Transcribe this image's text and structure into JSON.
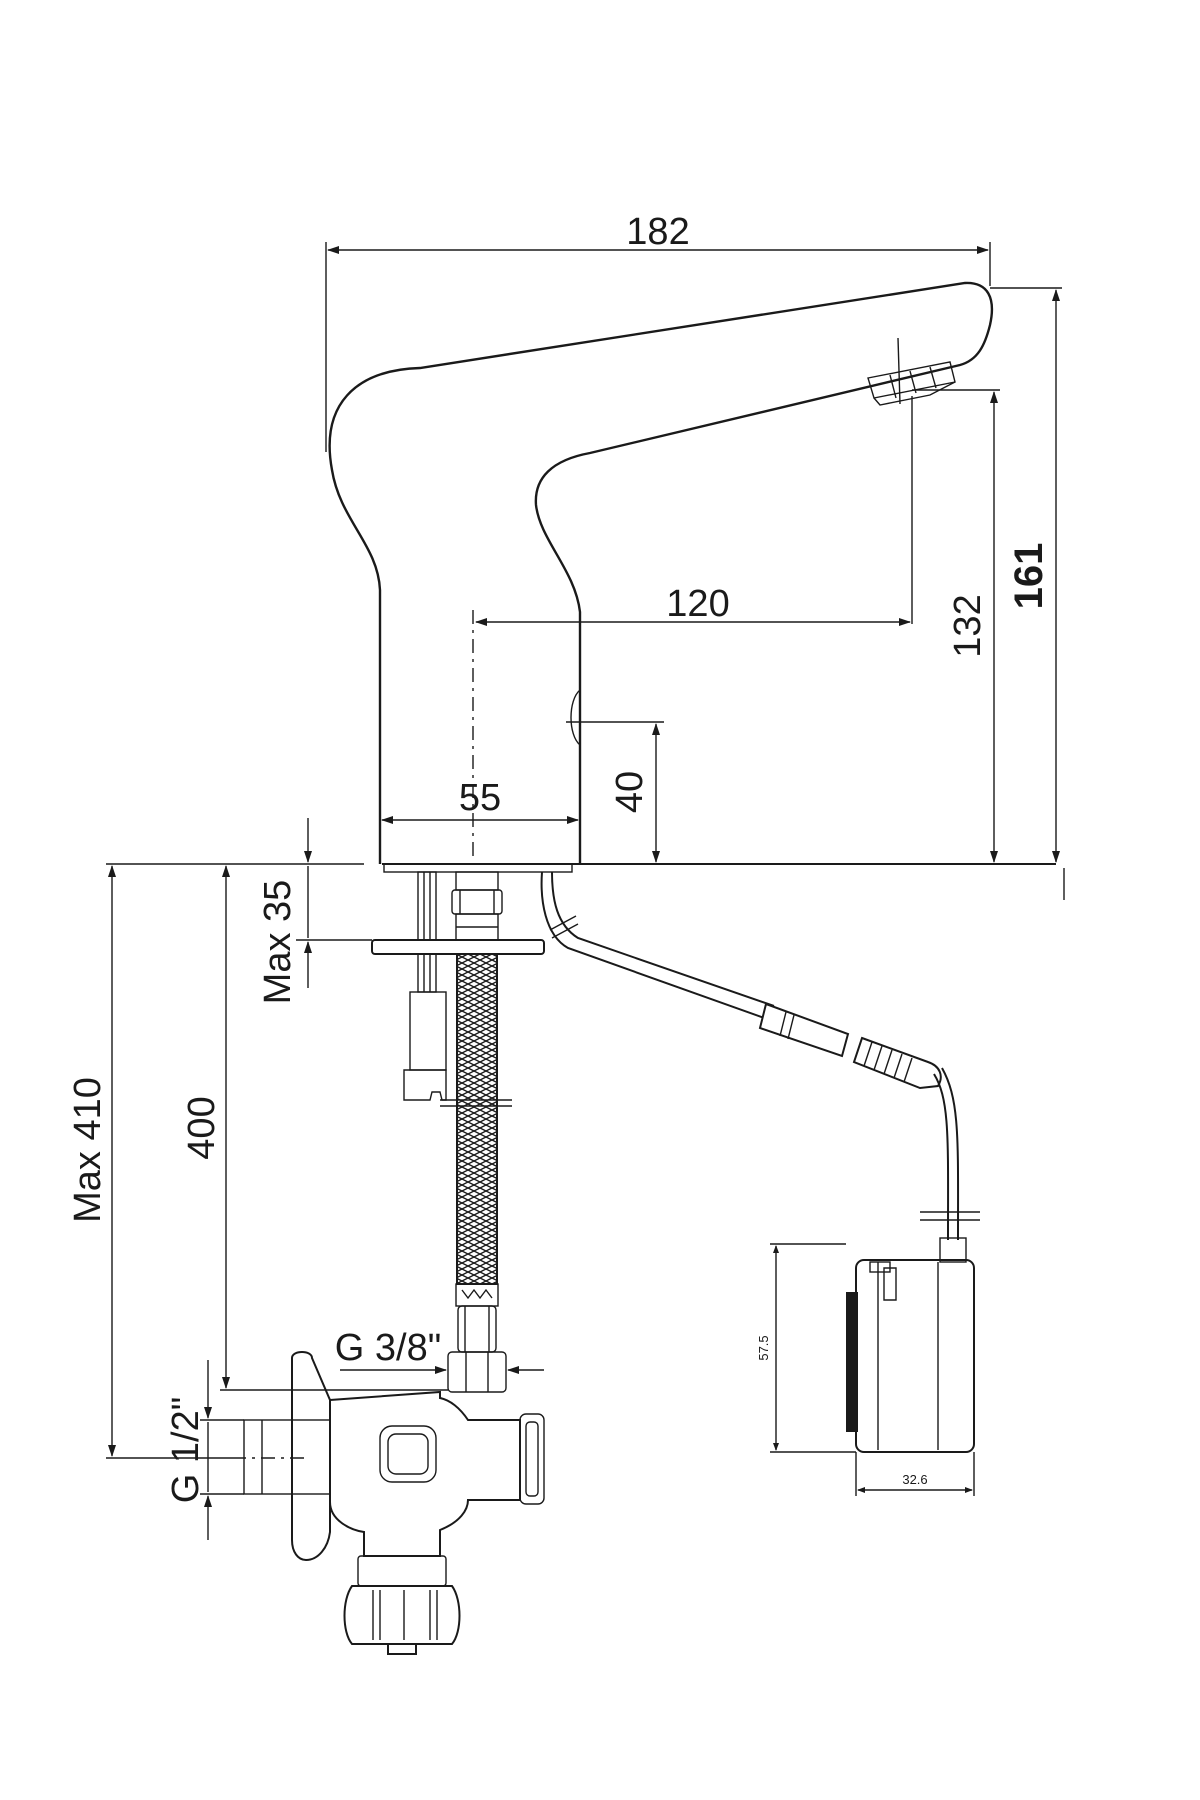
{
  "dimensions": {
    "total_length": "182",
    "total_height": "161",
    "outlet_height": "132",
    "reach": "120",
    "base_width": "55",
    "sensor_height": "40",
    "max_deck_thickness": "Max 35",
    "hose_length": "400",
    "max_depth": "Max 410",
    "hose_thread": "G 3/8\"",
    "inlet_thread": "G 1/2\"",
    "box_height": "57.5",
    "box_width": "32.6"
  }
}
